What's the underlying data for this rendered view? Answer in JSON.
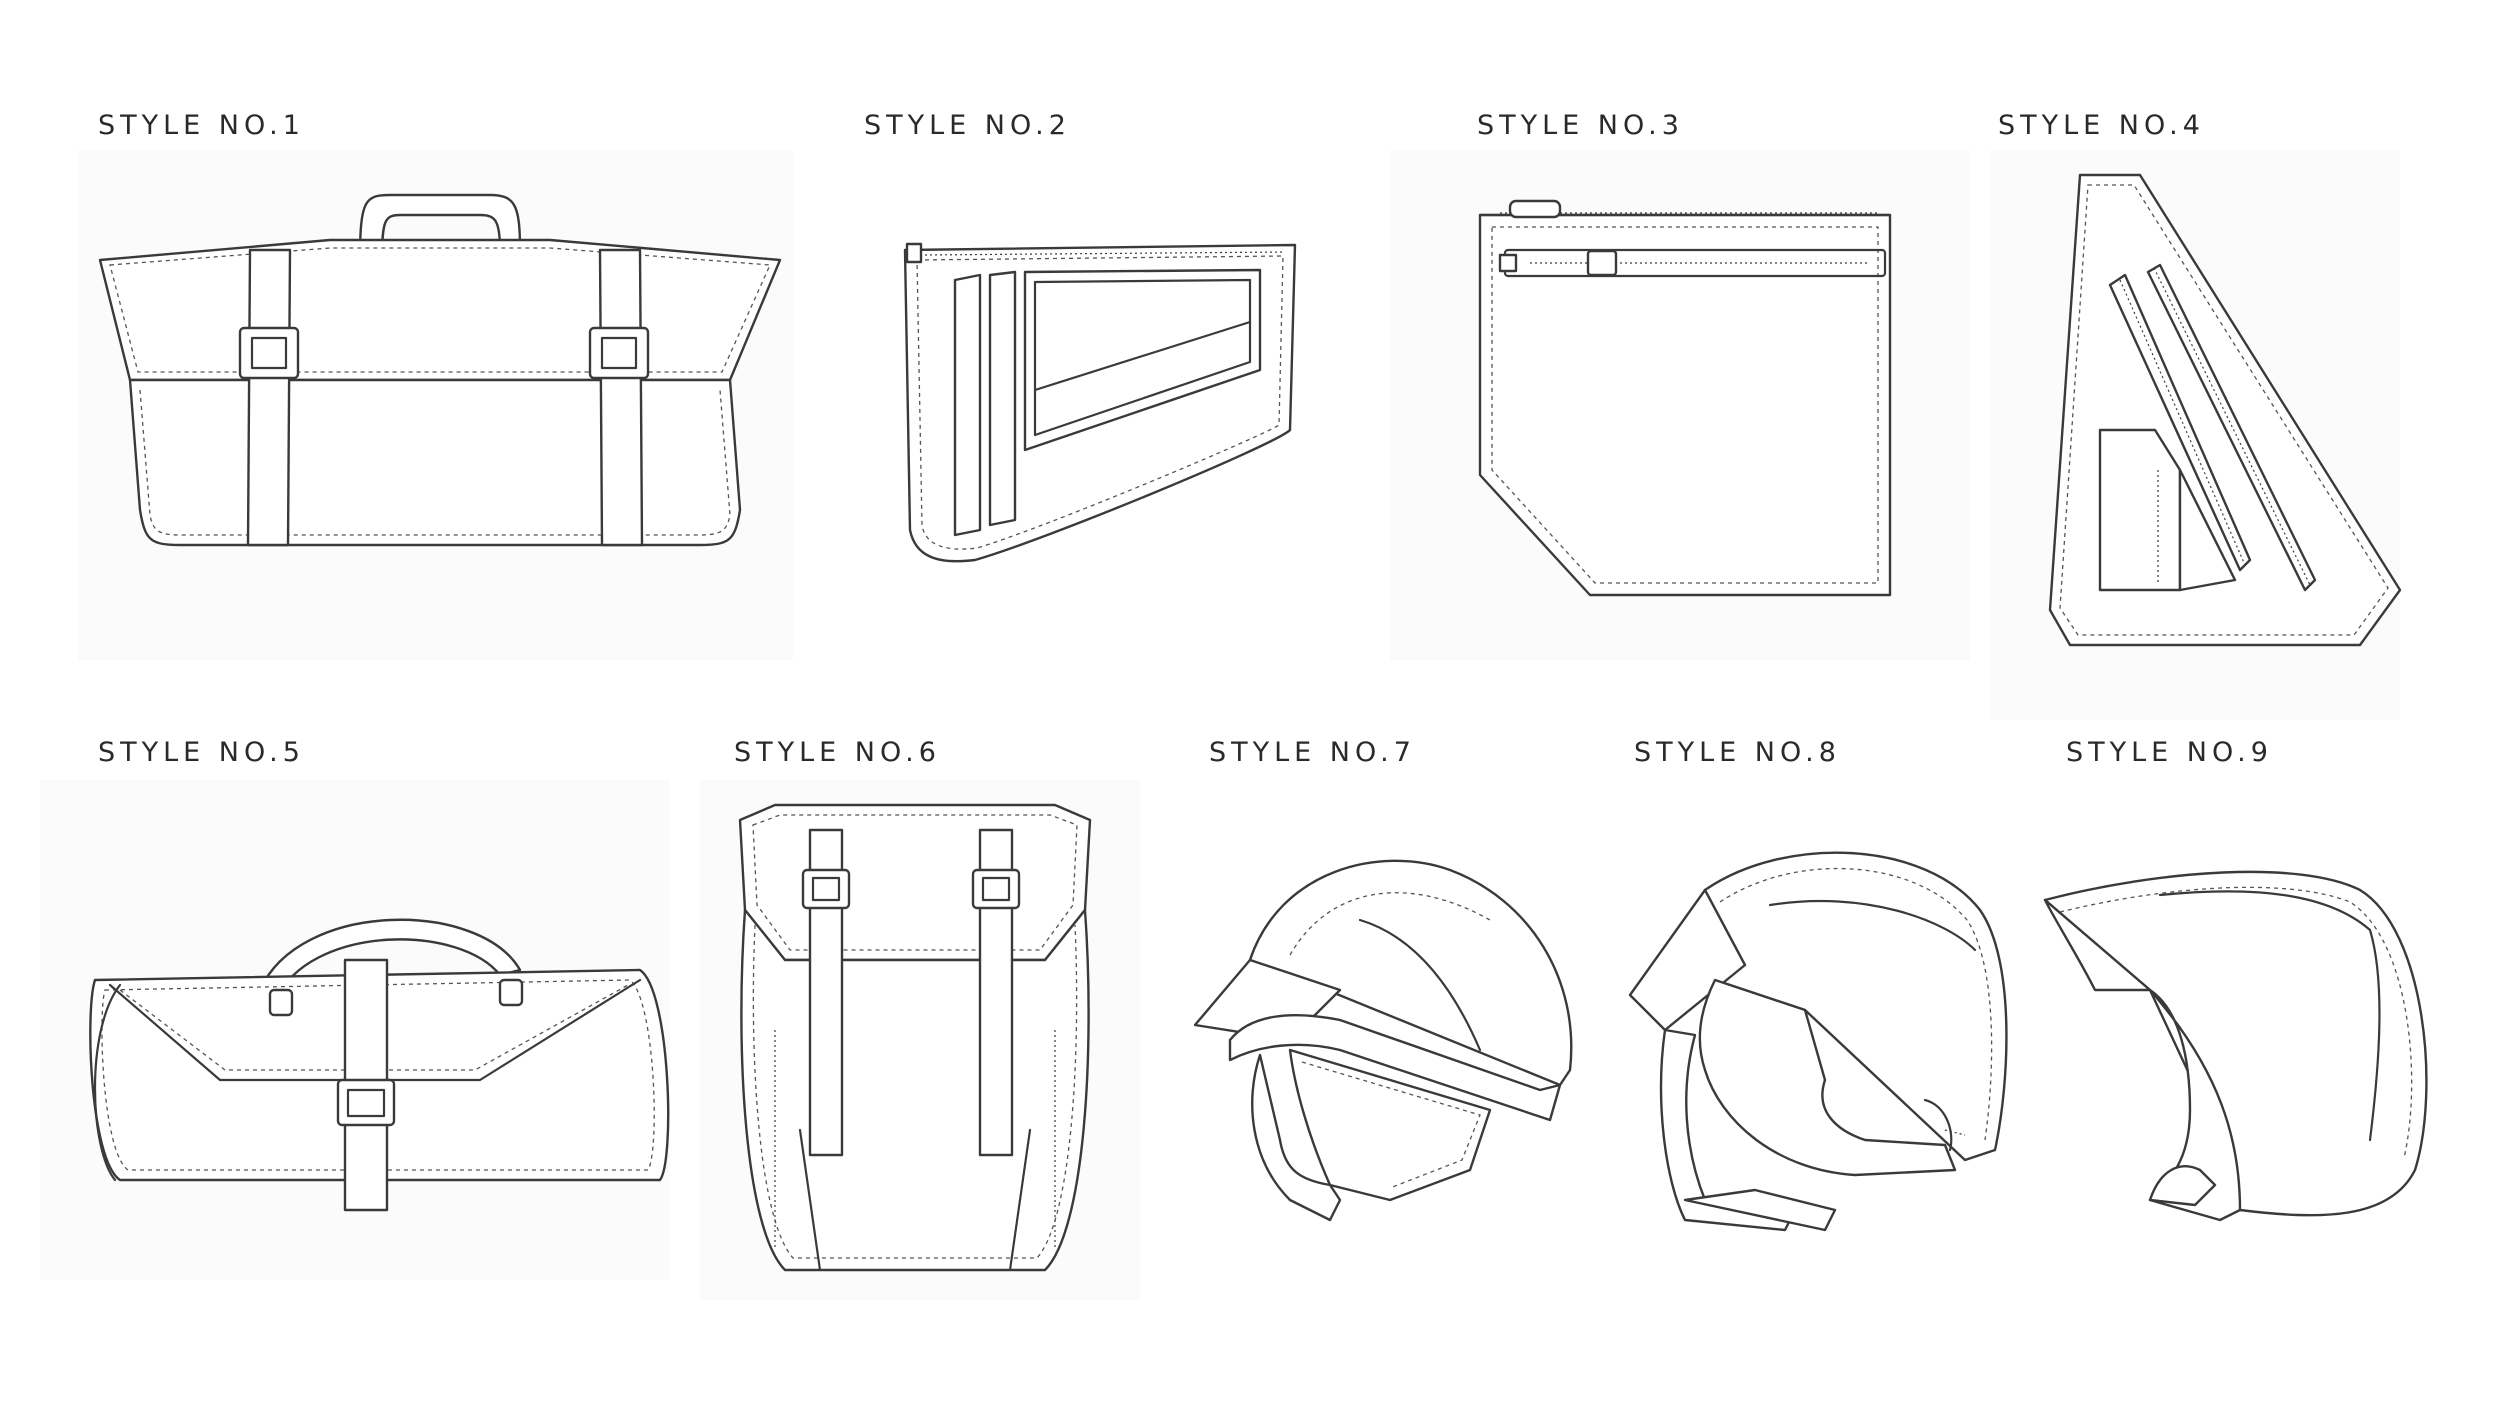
{
  "styles": [
    {
      "label": "STYLE NO.1",
      "item": "duffle-bag"
    },
    {
      "label": "STYLE NO.2",
      "item": "frame-pouch"
    },
    {
      "label": "STYLE NO.3",
      "item": "zip-pouch"
    },
    {
      "label": "STYLE NO.4",
      "item": "triangle-sling"
    },
    {
      "label": "STYLE NO.5",
      "item": "roll-bag"
    },
    {
      "label": "STYLE NO.6",
      "item": "backpack"
    },
    {
      "label": "STYLE NO.7",
      "item": "cap-with-earflaps"
    },
    {
      "label": "STYLE NO.8",
      "item": "helmet-hood"
    },
    {
      "label": "STYLE NO.9",
      "item": "hood-cap"
    }
  ],
  "colors": {
    "background": "#ffffff",
    "ink": "#3a3a3a",
    "panel": "#fbfbfb"
  }
}
